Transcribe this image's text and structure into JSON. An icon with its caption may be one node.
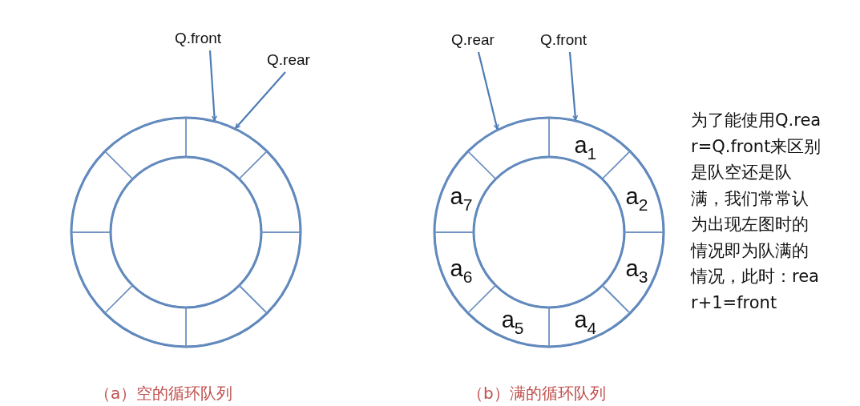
{
  "diagram": {
    "nodes": [
      {
        "text": [
          "Q.front"
        ]
      },
      {
        "text": [
          "Q.rear"
        ]
      },
      {
        "text": [],
        "shape": "sector"
      },
      {
        "text": [],
        "shape": "sector"
      },
      {
        "text": [],
        "shape": "sector"
      },
      {
        "text": [],
        "shape": "sector"
      },
      {
        "text": [],
        "shape": "sector"
      },
      {
        "text": [],
        "shape": "sector"
      },
      {
        "text": [],
        "shape": "sector"
      },
      {
        "text": [],
        "shape": "sector"
      },
      {
        "text": [
          "Q.rear"
        ]
      },
      {
        "text": [
          "Q.front"
        ]
      },
      {
        "text": [
          "a$_{1}$"
        ]
      },
      {
        "text": [
          "a$_{2}$"
        ]
      },
      {
        "text": [
          "a$_{3}$"
        ]
      },
      {
        "text": [
          "a$_{4}$"
        ]
      },
      {
        "text": [
          "a$_{5}$"
        ]
      },
      {
        "text": [
          "a$_{6}$"
        ]
      },
      {
        "text": [
          "a$_{7}$"
        ]
      },
      {
        "text": [],
        "shape": "sector"
      }
    ],
    "edges": [
      {
        "from": 0,
        "to": 2,
        "arrow": "to"
      },
      {
        "from": 1,
        "to": 2,
        "arrow": "to"
      },
      {
        "from": 10,
        "to": 19,
        "arrow": "to"
      },
      {
        "from": 11,
        "to": 12,
        "arrow": "to"
      }
    ],
    "labels": [
      "为了能使用Q.rear=Q.front来区别是队空还是队满，我们常常认为出现左图时的情况即为队满的情况，此时：rear+1=front",
      "（a）空的循环队列",
      "（b）满的循环队列"
    ]
  }
}
